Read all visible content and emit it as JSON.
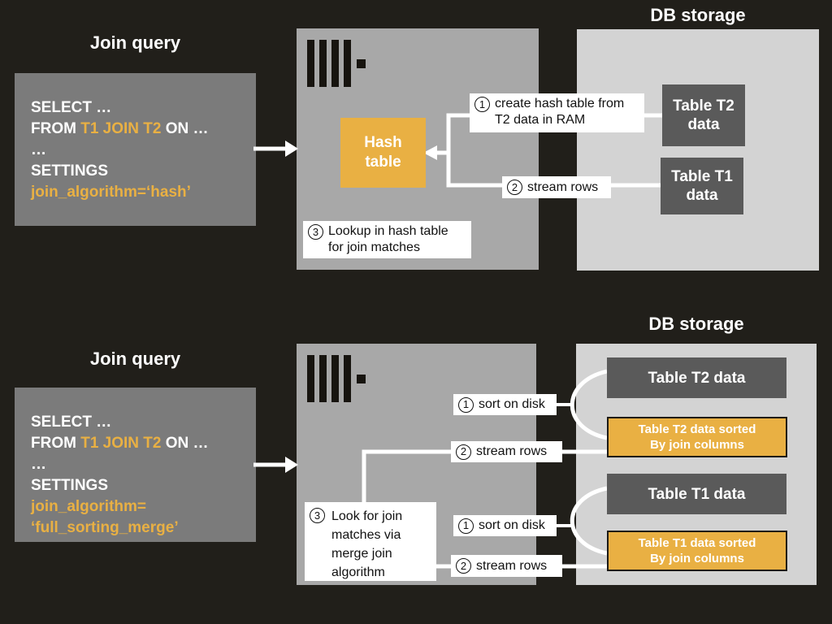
{
  "hash_join": {
    "query": {
      "heading": "Join query",
      "select": "SELECT …",
      "from_pre": "FROM ",
      "from_accent": "T1 JOIN T2",
      "from_post": " ON …",
      "ellipsis": "…",
      "settings": "SETTINGS",
      "algorithm": "join_algorithm=‘hash’"
    },
    "server": {
      "hash_table": "Hash\ntable"
    },
    "steps": {
      "create_hash": {
        "num": "1",
        "text": "create hash table from\nT2 data in RAM"
      },
      "stream_rows": {
        "num": "2",
        "text": "stream rows"
      },
      "lookup": {
        "num": "3",
        "text": "Lookup in hash table\nfor join matches"
      }
    },
    "db": {
      "heading": "DB storage",
      "table_t2": "Table T2\ndata",
      "table_t1": "Table T1\ndata"
    }
  },
  "merge_join": {
    "query": {
      "heading": "Join query",
      "select": "SELECT …",
      "from_pre": "FROM ",
      "from_accent": "T1 JOIN T2",
      "from_post": " ON …",
      "ellipsis": "…",
      "settings": "SETTINGS",
      "algorithm_1": "join_algorithm=",
      "algorithm_2": "‘full_sorting_merge’"
    },
    "steps": {
      "sort_t2": {
        "num": "1",
        "text": "sort on disk"
      },
      "stream_t2": {
        "num": "2",
        "text": "stream rows"
      },
      "look_merge": {
        "num": "3",
        "text": "Look for join\nmatches via\nmerge join\nalgorithm"
      },
      "sort_t1": {
        "num": "1",
        "text": "sort on disk"
      },
      "stream_t1": {
        "num": "2",
        "text": "stream rows"
      }
    },
    "db": {
      "heading": "DB storage",
      "table_t2": "Table T2 data",
      "table_t2_sorted": "Table T2 data sorted\nBy join columns",
      "table_t1": "Table T1 data",
      "table_t1_sorted": "Table T1 data sorted\nBy join columns"
    }
  },
  "colors": {
    "background": "#211f1a",
    "query_box": "#7b7b7b",
    "server_box": "#a8a8a8",
    "db_box": "#d3d3d3",
    "table_box": "#5a5a5a",
    "accent_orange": "#e9b043",
    "label_bg": "#ffffff",
    "connector": "#ffffff"
  }
}
